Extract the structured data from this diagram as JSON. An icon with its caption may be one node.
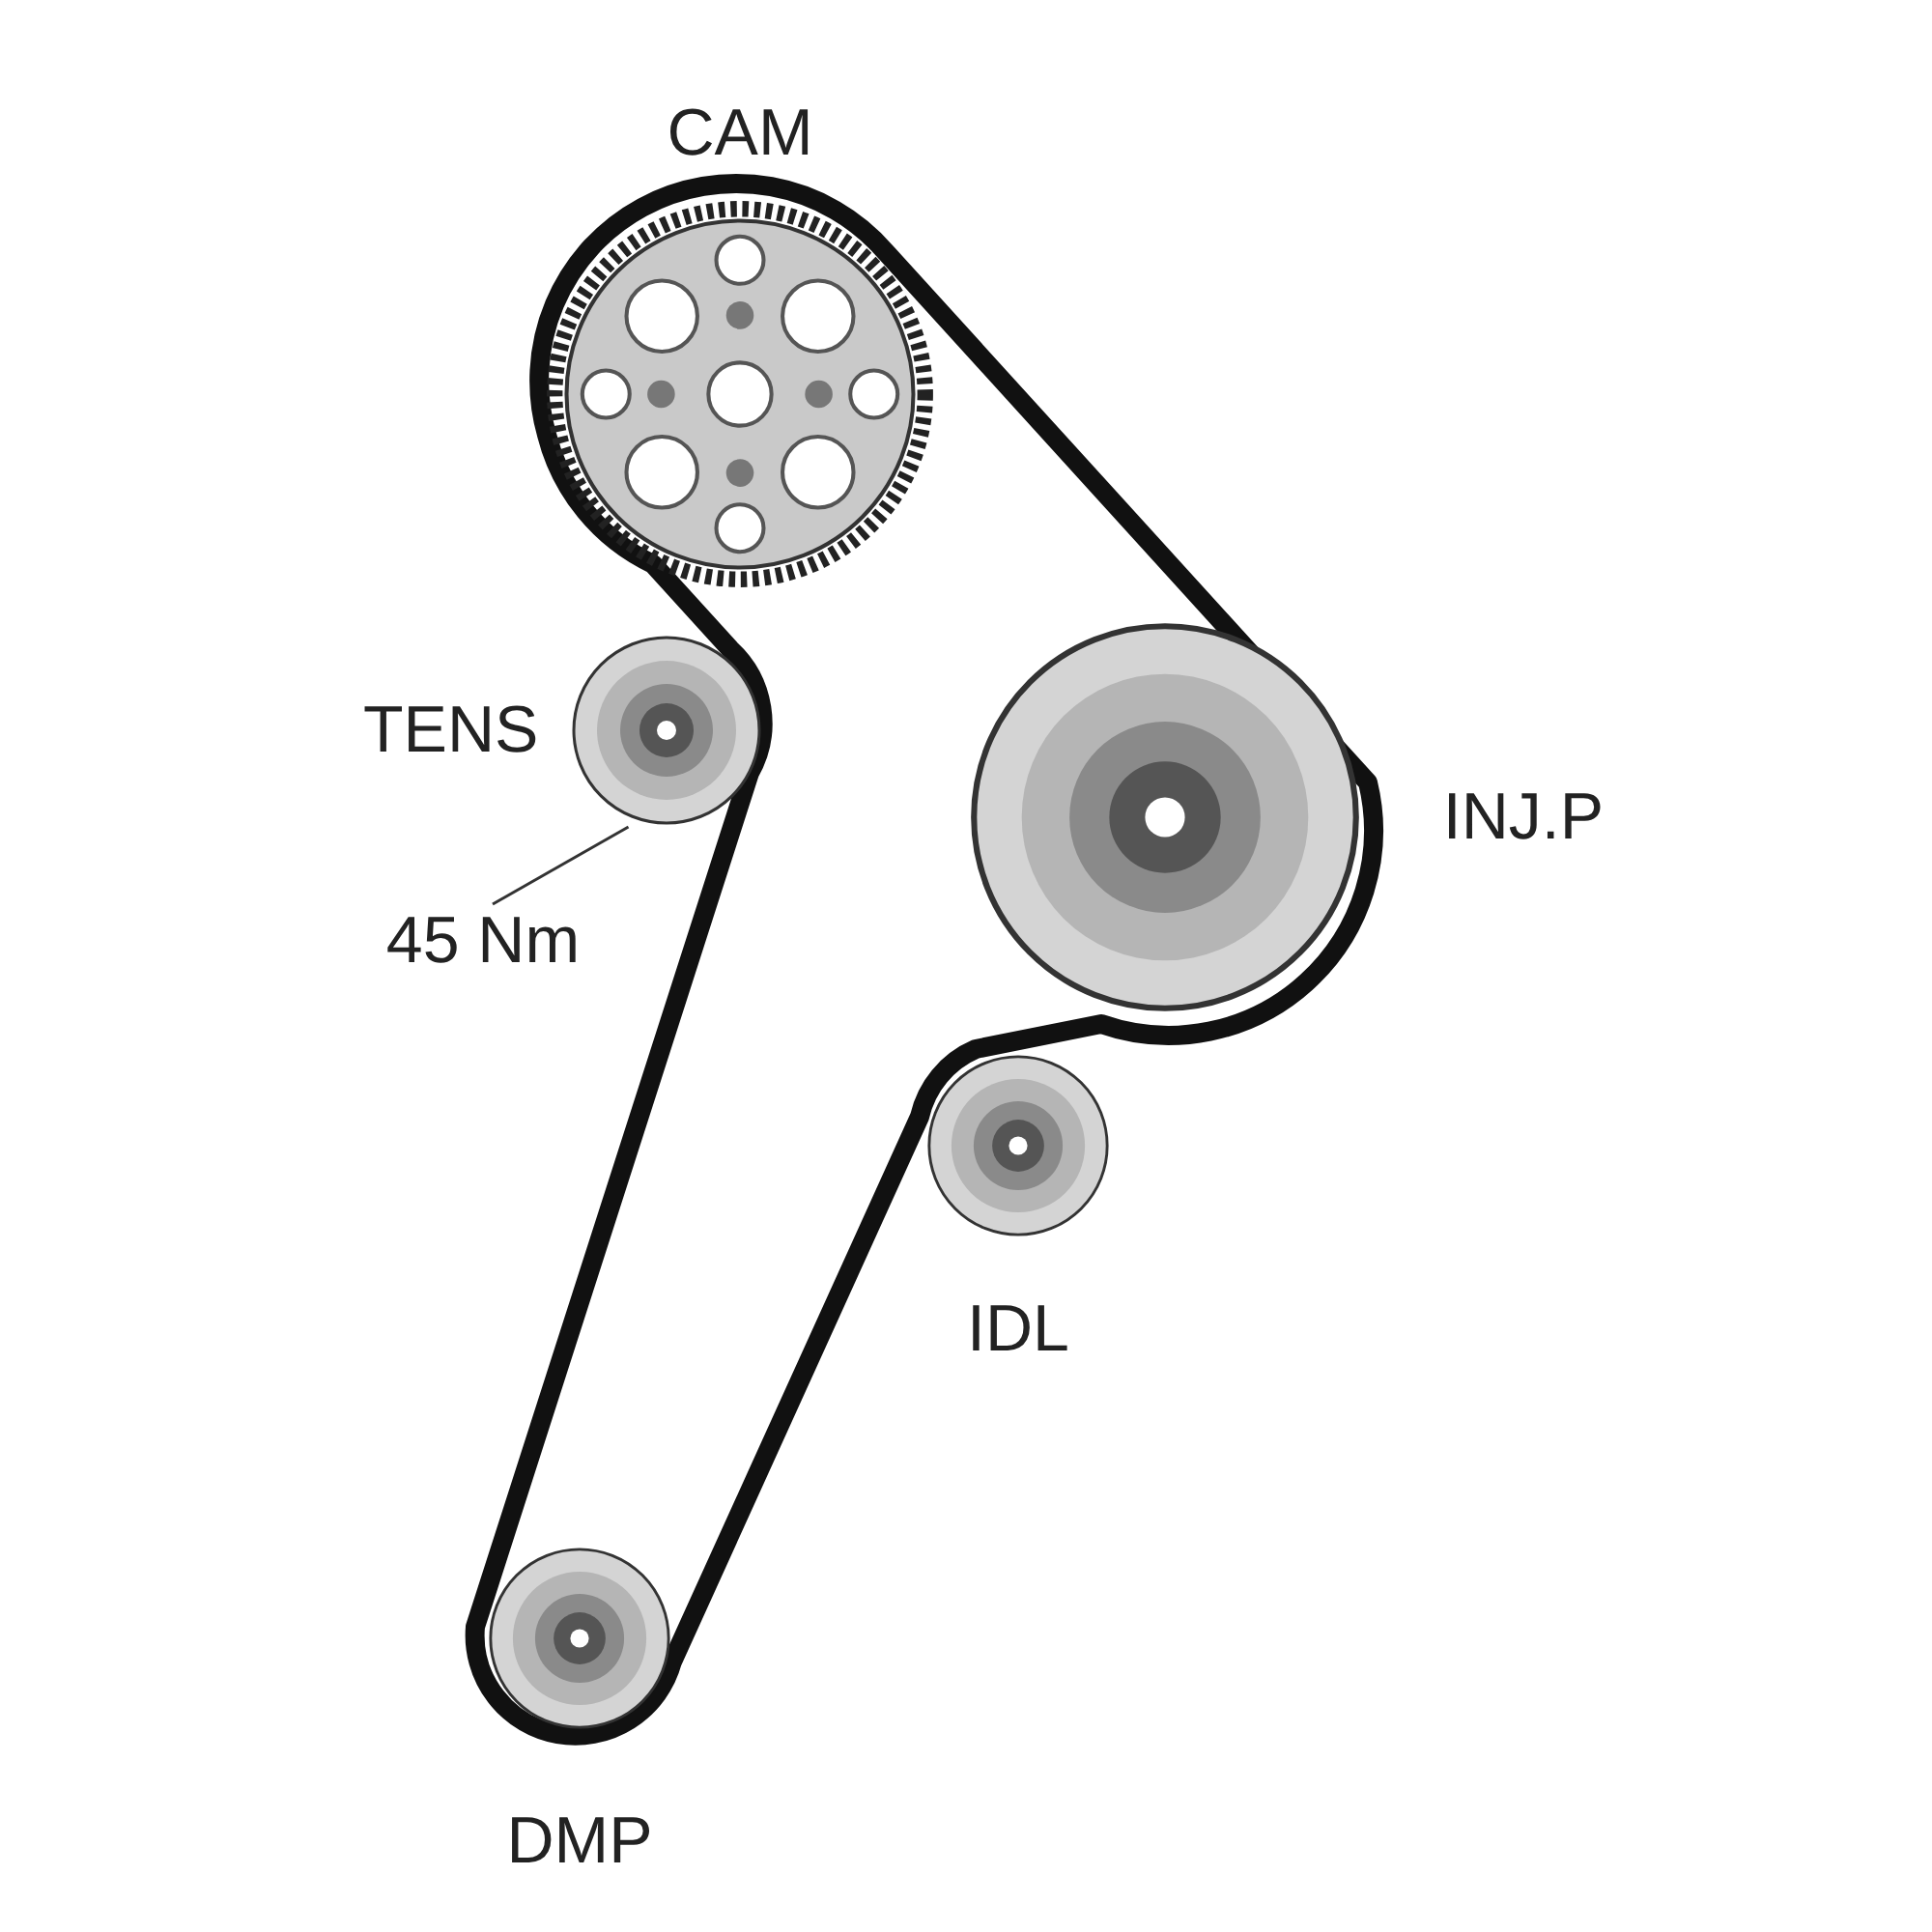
{
  "diagram": {
    "nodes": [
      {
        "text": [
          "CAM"
        ]
      },
      {
        "text": [
          "TENS"
        ]
      },
      {
        "text": [
          "INJ.P"
        ]
      },
      {
        "text": [
          "IDL"
        ]
      },
      {
        "text": [
          "DMP"
        ]
      },
      {
        "text": [
          "45 Nm"
        ]
      }
    ],
    "edges": [
      {
        "from": 5,
        "to": 1,
        "arrow": "none"
      }
    ]
  }
}
